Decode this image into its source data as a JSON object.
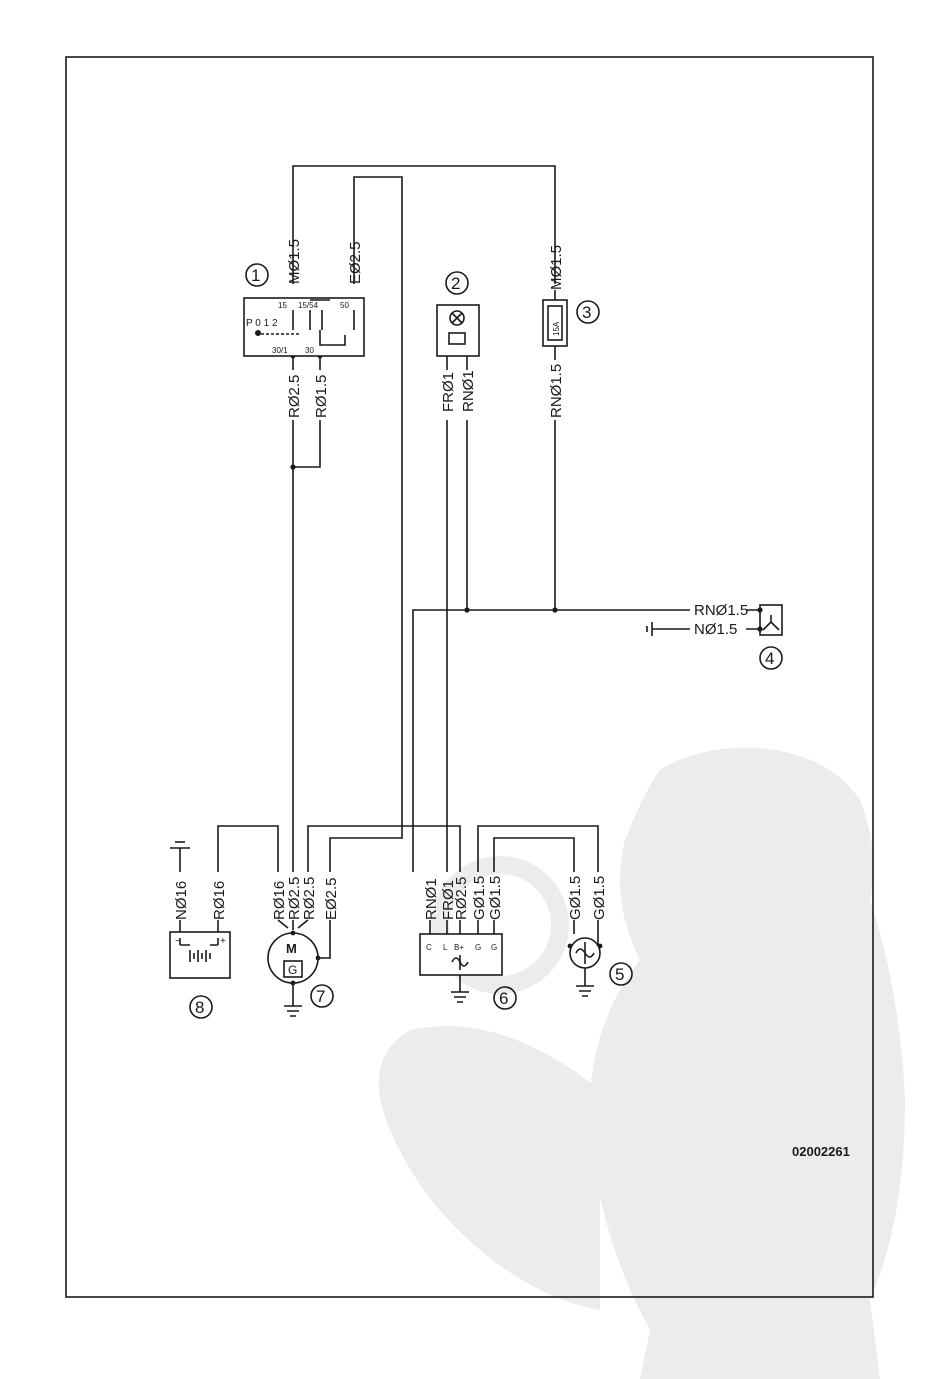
{
  "diagram": {
    "code": "02002261",
    "components": {
      "c1": {
        "number": "1",
        "terminals": [
          "15",
          "15/54",
          "50",
          "30/1",
          "30"
        ],
        "positions": "P 0 1 2"
      },
      "c2": {
        "number": "2"
      },
      "c3": {
        "number": "3",
        "fuse_rating": "15A"
      },
      "c4": {
        "number": "4"
      },
      "c5": {
        "number": "5"
      },
      "c6": {
        "number": "6",
        "terminals": [
          "C",
          "L",
          "B+",
          "G",
          "G"
        ]
      },
      "c7": {
        "number": "7",
        "letter_m": "M",
        "letter_g": "G"
      },
      "c8": {
        "number": "8",
        "minus": "−",
        "plus": "+"
      }
    },
    "wires": {
      "top_m_left": "MØ1.5",
      "top_e": "EØ2.5",
      "top_m_right": "MØ1.5",
      "sw_r25": "RØ2.5",
      "sw_r15": "RØ1.5",
      "lamp_fr": "FRØ1",
      "lamp_rn": "RNØ1",
      "fuse_rn": "RNØ1.5",
      "c4_rn": "RNØ1.5",
      "c4_n": "NØ1.5",
      "bat_n16": "NØ16",
      "bat_r16": "RØ16",
      "st_r16": "RØ16",
      "st_r25a": "RØ2.5",
      "st_r25b": "RØ2.5",
      "st_e25": "EØ2.5",
      "alt_rn1": "RNØ1",
      "alt_fr1": "FRØ1",
      "alt_r25": "RØ2.5",
      "alt_g15a": "GØ1.5",
      "alt_g15b": "GØ1.5",
      "sen_g15a": "GØ1.5",
      "sen_g15b": "GØ1.5"
    }
  }
}
